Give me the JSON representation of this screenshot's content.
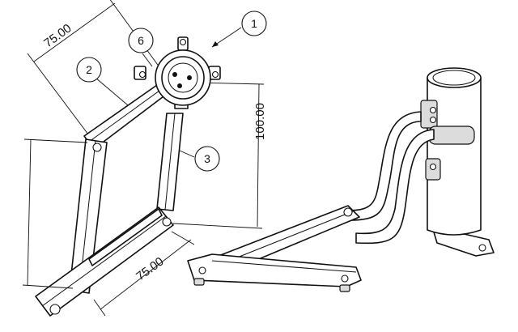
{
  "balloons": [
    {
      "id": "1",
      "label": "1"
    },
    {
      "id": "2",
      "label": "2"
    },
    {
      "id": "3",
      "label": "3"
    },
    {
      "id": "6",
      "label": "6"
    }
  ],
  "dimensions": {
    "top_length": "75.00",
    "vertical_length": "100.00",
    "bottom_length": "75.00"
  }
}
